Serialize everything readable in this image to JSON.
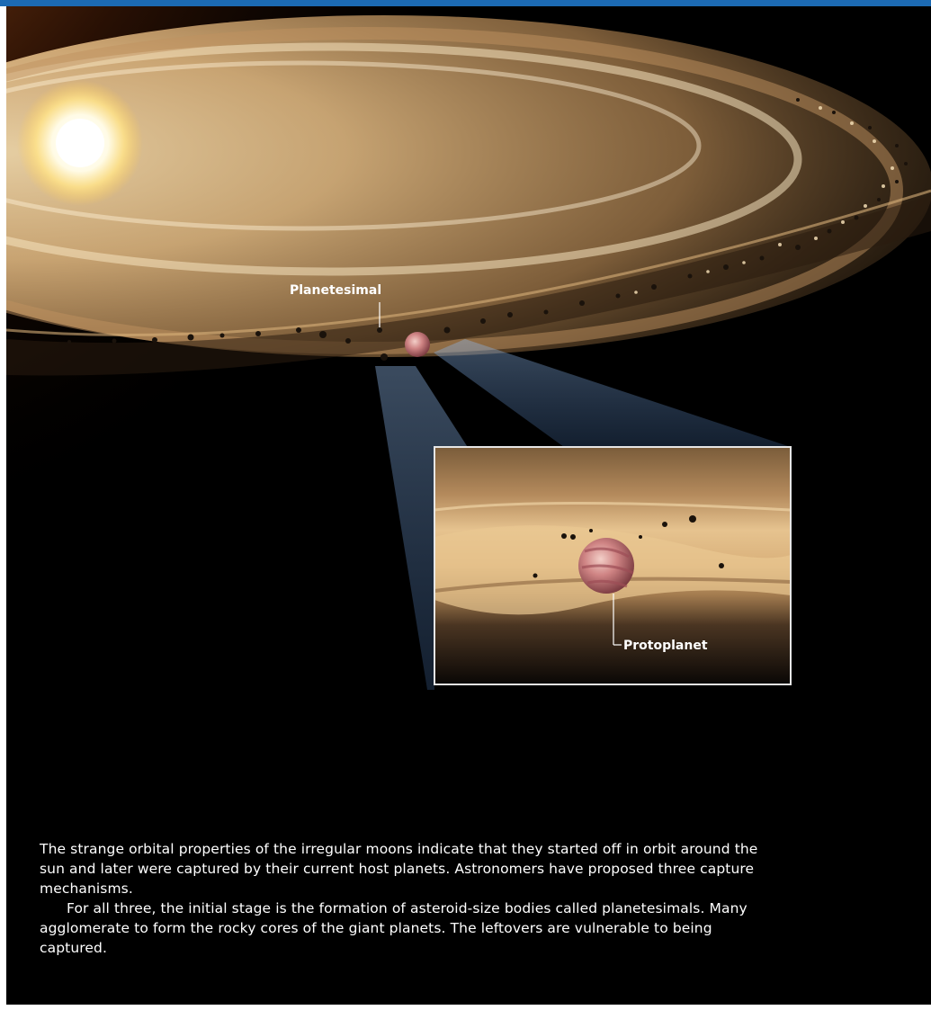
{
  "colors": {
    "top_bar": "#1c6ab3",
    "background": "#000000",
    "disk": "#e0b983",
    "sun": "#fff6cc",
    "protoplanet": "#c97a7a",
    "beam": "#8fb6e6",
    "text": "#ffffff"
  },
  "labels": {
    "planetesimal": "Planetesimal",
    "protoplanet": "Protoplanet"
  },
  "caption": {
    "paragraph1": "The strange orbital properties of the irregular moons indicate that they started off in orbit around the sun and later were captured by their current host planets. Astronomers have proposed three capture mechanisms.",
    "paragraph2": "For all three, the initial stage is the formation of asteroid-size bodies called planetesimals. Many agglomerate to form the rocky cores of the giant planets. The leftovers are vulnerable to being captured."
  }
}
